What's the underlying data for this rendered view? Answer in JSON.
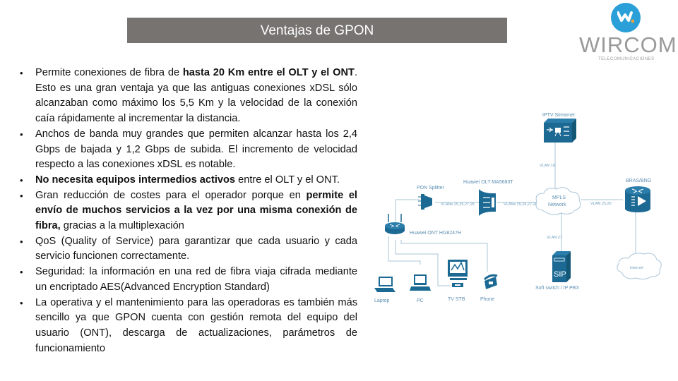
{
  "header": {
    "title": "Ventajas de GPON"
  },
  "logo": {
    "name": "WIRCOM",
    "tagline": "TELECOMUNICACIONES",
    "colors": {
      "circle": "#2a9fd8",
      "dot": "#f2a33a",
      "text": "#9a9a9a"
    }
  },
  "bullets": [
    {
      "parts": [
        {
          "text": "Permite conexiones de fibra de ",
          "bold": false
        },
        {
          "text": "hasta 20 Km entre el OLT y el ONT",
          "bold": true
        },
        {
          "text": ". Esto es una gran ventaja ya que las antiguas conexiones xDSL sólo alcanzaban como máximo los 5,5 Km y la velocidad de la conexión caía rápidamente al incrementar la distancia.",
          "bold": false
        }
      ]
    },
    {
      "parts": [
        {
          "text": "Anchos de banda muy grandes que permiten alcanzar hasta los 2,4 Gbps de bajada y 1,2 Gbps de subida. El incremento de velocidad respecto a las conexiones xDSL es notable.",
          "bold": false
        }
      ]
    },
    {
      "parts": [
        {
          "text": "No necesita equipos intermedios activos",
          "bold": true
        },
        {
          "text": " entre el OLT y el ONT.",
          "bold": false
        }
      ]
    },
    {
      "parts": [
        {
          "text": "Gran reducción de costes para el operador porque en ",
          "bold": false
        },
        {
          "text": "permite el envío de muchos servicios a la vez por una misma conexión de fibra,",
          "bold": true
        },
        {
          "text": " gracias a la multiplexación",
          "bold": false
        }
      ]
    },
    {
      "parts": [
        {
          "text": "QoS (Quality of Service) para garantizar que cada usuario y cada servicio funcionen correctamente.",
          "bold": false
        }
      ]
    },
    {
      "parts": [
        {
          "text": "Seguridad: la información en una red de fibra viaja cifrada mediante un encriptado AES(Advanced Encryption Standard)",
          "bold": false
        }
      ]
    },
    {
      "parts": [
        {
          "text": "La operativa y el mantenimiento para las operadoras es también más sencillo ya que GPON cuenta con gestión remota del equipo del usuario (ONT), descarga de actualizaciones, parámetros de funcionamiento",
          "bold": false
        }
      ]
    }
  ],
  "diagram": {
    "colors": {
      "device": "#1c6a94",
      "line": "#a9c4d6",
      "label": "#5d8fb2"
    },
    "nodes": {
      "iptv": "IPTV Streamer",
      "splitter": "PON Splitter",
      "olt": "Huawei OLT MA5683T",
      "mpls_line1": "MPLS",
      "mpls_line2": "Network",
      "bras": "BRAS/BNG",
      "ont": "Huawei ONT HG8247H",
      "softswitch": "Soft switch / IP PBX",
      "internet": "Internet",
      "laptop": "Laptop",
      "pc": "PC",
      "tvstb": "TV STB",
      "phone": "Phone"
    },
    "links": {
      "iptv_mpls": "VLAN 18",
      "splitter_olt": "VLANs 25,26,27,28",
      "olt_mpls": "VLANs 25,26,27,28",
      "mpls_bras": "VLAN 25,26",
      "mpls_softswitch": "VLAN 27"
    }
  }
}
